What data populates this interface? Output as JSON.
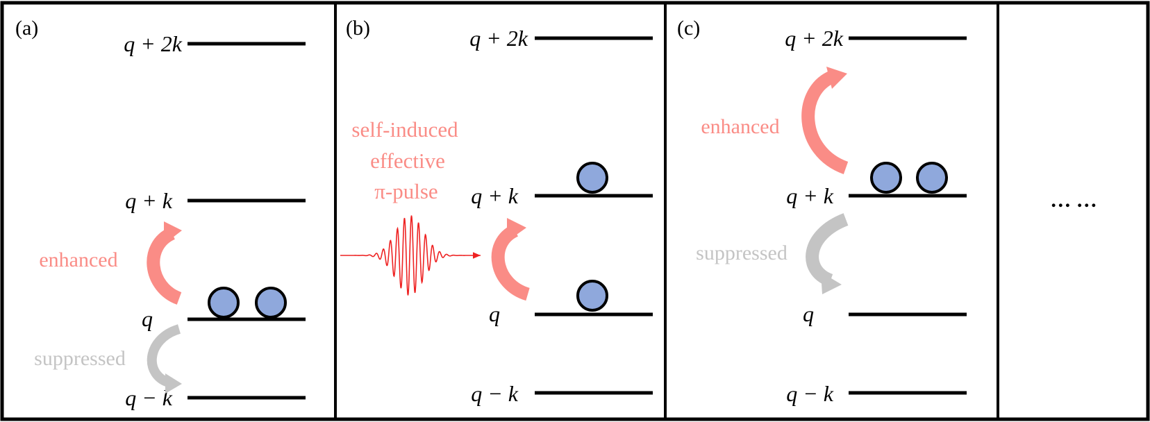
{
  "colors": {
    "frame": "#000000",
    "level": "#000000",
    "particle_fill": "#8fa8dc",
    "particle_stroke": "#000000",
    "enhanced": "#fa8c86",
    "suppressed": "#c4c4c4",
    "pulse": "#ee2222"
  },
  "panels": {
    "a": {
      "tag": "(a)",
      "levels": {
        "q_plus_2k": "q + 2k",
        "q_plus_k": "q + k",
        "q": "q",
        "q_minus_k": "q − k"
      },
      "enhanced_label": "enhanced",
      "suppressed_label": "suppressed",
      "particles_on_q": 2
    },
    "b": {
      "tag": "(b)",
      "levels": {
        "q_plus_2k": "q + 2k",
        "q_plus_k": "q + k",
        "q": "q",
        "q_minus_k": "q − k"
      },
      "pulse_label_lines": [
        "self-induced",
        "effective",
        "π-pulse"
      ],
      "particles_on_q": 1,
      "particles_on_q_plus_k": 1
    },
    "c": {
      "tag": "(c)",
      "levels": {
        "q_plus_2k": "q + 2k",
        "q_plus_k": "q + k",
        "q": "q",
        "q_minus_k": "q − k"
      },
      "enhanced_label": "enhanced",
      "suppressed_label": "suppressed",
      "particles_on_q_plus_k": 2
    },
    "d": {
      "ellipsis": "… …"
    }
  }
}
